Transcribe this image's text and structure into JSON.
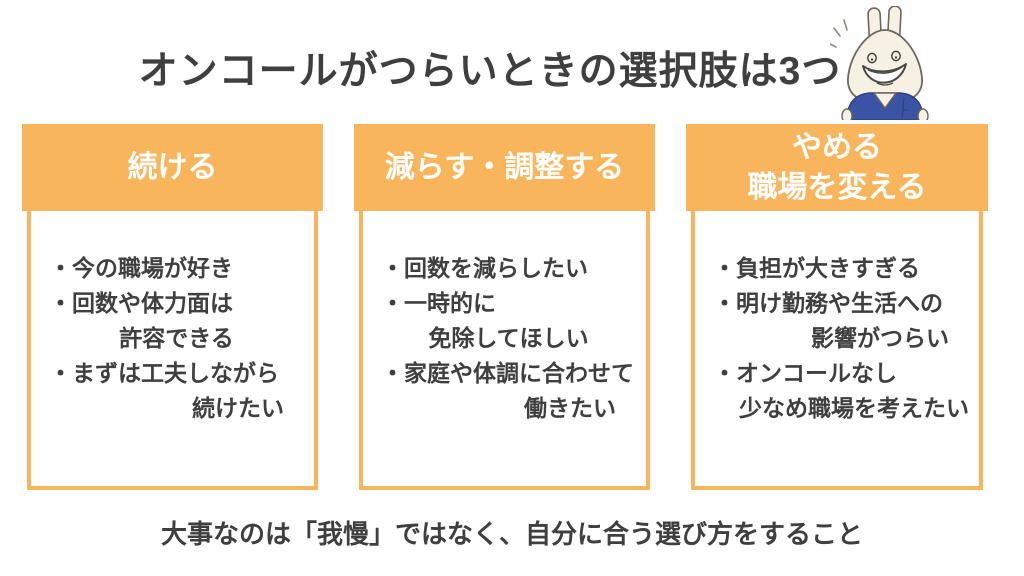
{
  "title": "オンコールがつらいときの選択肢は3つ",
  "footer": "大事なのは「我慢」ではなく、自分に合う選び方をすること",
  "colors": {
    "accent_orange": "#F9B55C",
    "text_dark": "#3F3F3F",
    "header_text": "#FFFFFF",
    "mascot_shirt_blue": "#3A53A3",
    "mascot_body_cream": "#F7F1E4",
    "background": "#FFFFFF"
  },
  "mascot": {
    "name": "rabbit-nurse-mascot"
  },
  "cards": [
    {
      "header_lines": [
        "続ける",
        ""
      ],
      "lines": [
        "・今の職場が好き",
        "・回数や体力面は",
        "許容できる",
        "・まずは工夫しながら",
        "続けたい"
      ]
    },
    {
      "header_lines": [
        "減らす・調整する",
        ""
      ],
      "lines": [
        "・回数を減らしたい",
        "・一時的に",
        "免除してほしい",
        "・家庭や体調に合わせて",
        "働きたい"
      ]
    },
    {
      "header_lines": [
        "やめる",
        "職場を変える"
      ],
      "lines": [
        "・負担が大きすぎる",
        "・明け勤務や生活への",
        "影響がつらい",
        "・オンコールなし",
        "少なめ職場を考えたい"
      ]
    }
  ]
}
